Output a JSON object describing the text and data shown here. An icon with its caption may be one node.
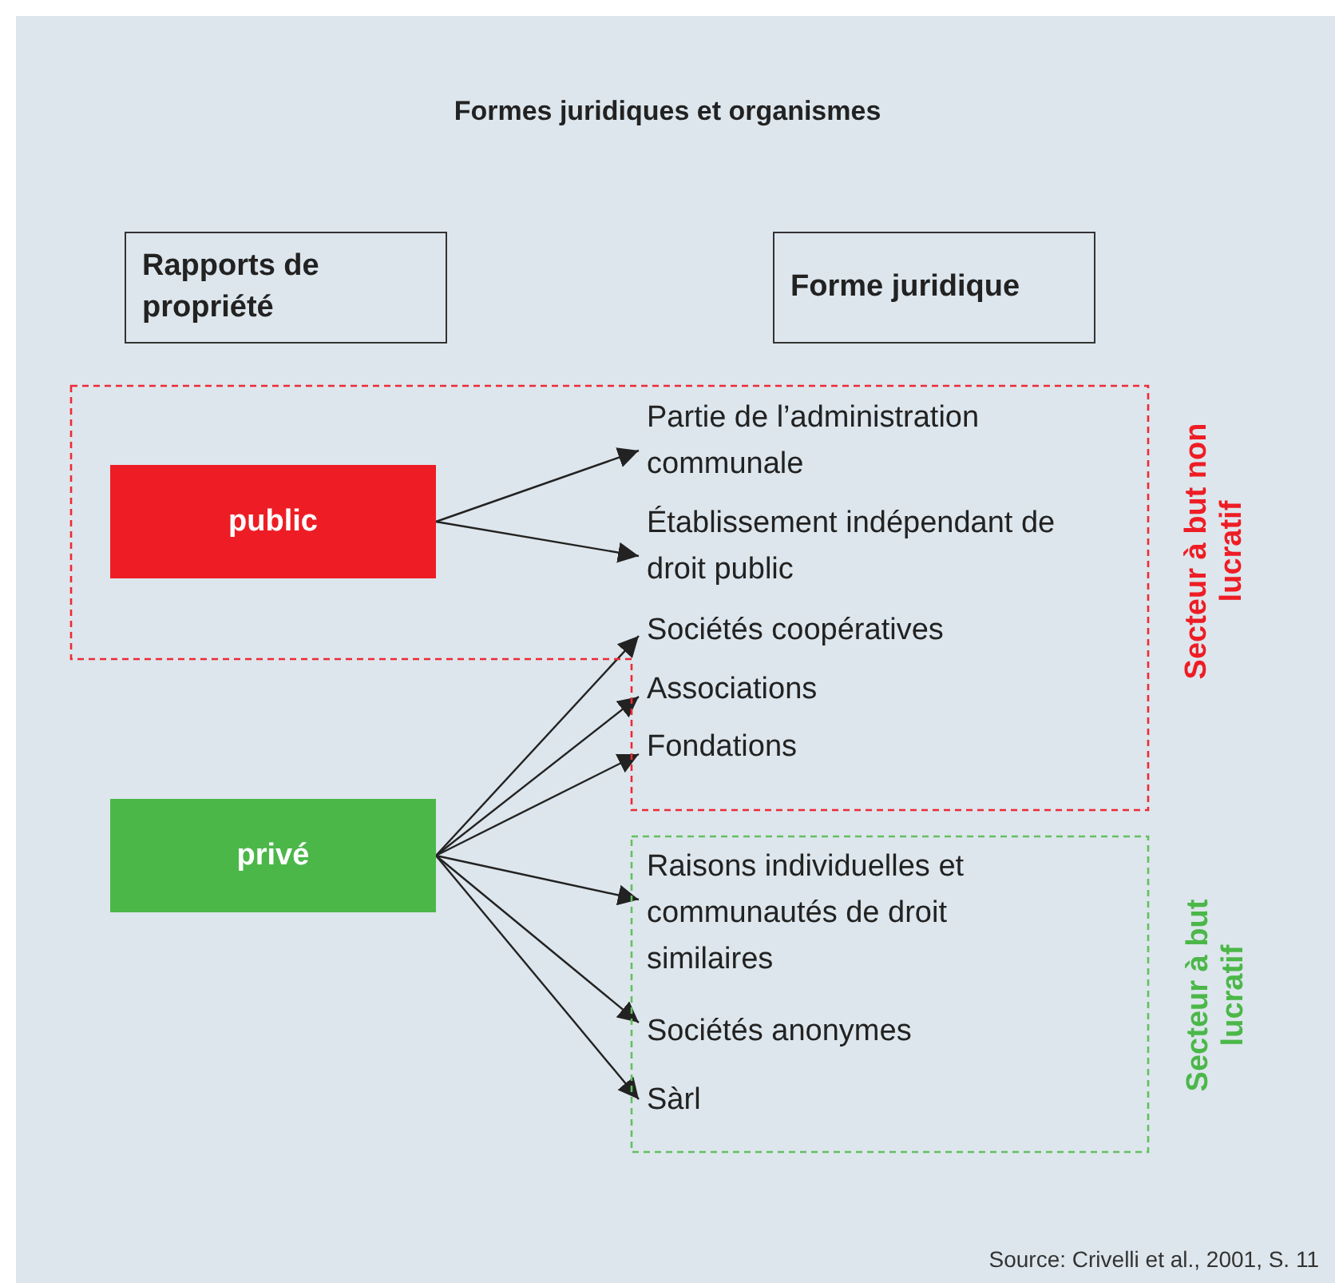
{
  "diagram": {
    "title": "Formes juridiques et organismes",
    "nodes": [
      {
        "text": [
          "Rapports de propriété"
        ]
      },
      {
        "text": [
          "Forme juridique"
        ]
      },
      {
        "text": [
          "Secteur à but non lucratif"
        ]
      },
      {
        "text": [
          "public"
        ],
        "in": 2
      },
      {
        "text": [
          "Partie de l’administration communale"
        ],
        "in": 2
      },
      {
        "text": [
          "Établissement indépendant de droit public"
        ],
        "in": 2
      },
      {
        "text": [
          "Sociétés coopératives"
        ],
        "in": 2
      },
      {
        "text": [
          "Associations"
        ],
        "in": 2
      },
      {
        "text": [
          "Fondations"
        ],
        "in": 2
      },
      {
        "text": [
          "privé"
        ]
      },
      {
        "text": [
          "Secteur à but lucratif"
        ]
      },
      {
        "text": [
          "Raisons individuelles et communautés de droit similaires"
        ],
        "in": 10
      },
      {
        "text": [
          "Sociétés anonymes"
        ],
        "in": 10
      },
      {
        "text": [
          "Sàrl"
        ],
        "in": 10
      }
    ],
    "edges": [
      {
        "from": 3,
        "to": 4,
        "arrow": "to"
      },
      {
        "from": 3,
        "to": 5,
        "arrow": "to"
      },
      {
        "from": 9,
        "to": 6,
        "arrow": "to"
      },
      {
        "from": 9,
        "to": 7,
        "arrow": "to"
      },
      {
        "from": 9,
        "to": 8,
        "arrow": "to"
      },
      {
        "from": 9,
        "to": 11,
        "arrow": "to"
      },
      {
        "from": 9,
        "to": 12,
        "arrow": "to"
      },
      {
        "from": 9,
        "to": 13,
        "arrow": "to"
      }
    ],
    "labels": [
      "Source: Crivelli et al., 2001, S. 11"
    ]
  }
}
